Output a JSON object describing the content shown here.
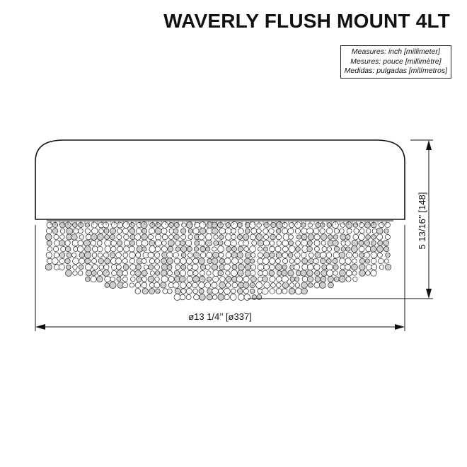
{
  "title": "WAVERLY FLUSH MOUNT 4LT",
  "units": {
    "line1": "Measures: inch [millimeter]",
    "line2": "Mesures: pouce [millimètre]",
    "line3": "Medidas: pulgadas [milímetros]"
  },
  "dimensions": {
    "diameter": "ø13 1/4’’ [ø337]",
    "height": "5 13/16’’ [148]"
  }
}
